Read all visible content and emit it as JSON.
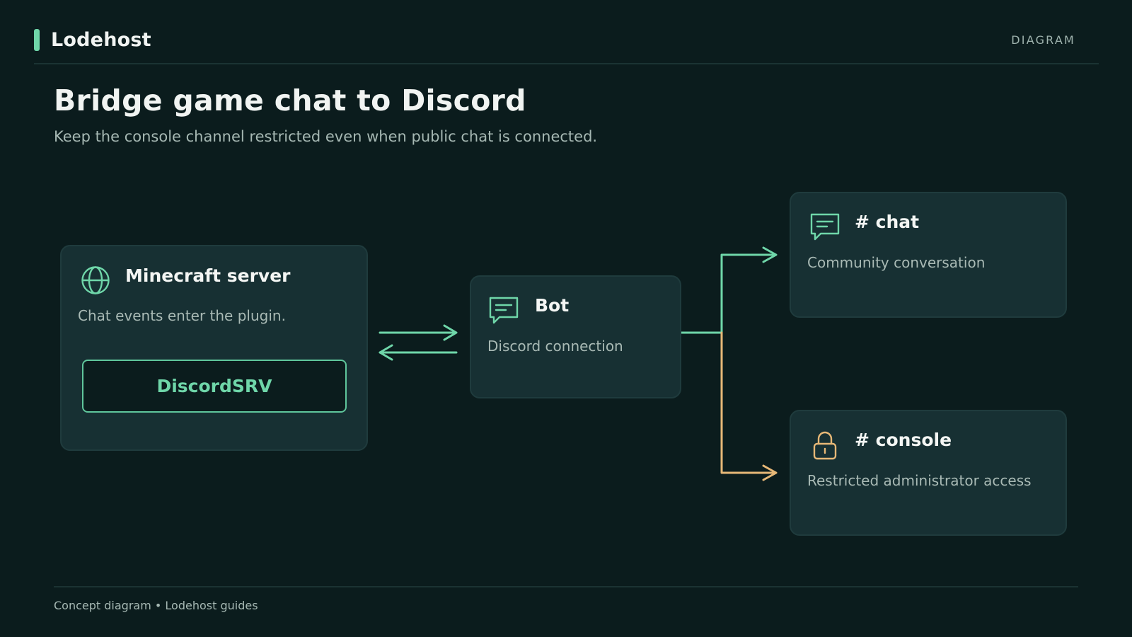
{
  "header": {
    "brand": "Lodehost",
    "section_tag": "DIAGRAM"
  },
  "main": {
    "title": "Bridge game chat to Discord",
    "subtitle": "Keep the console channel restricted even when public chat is connected."
  },
  "nodes": {
    "server": {
      "title": "Minecraft server",
      "description": "Chat events enter the plugin.",
      "icon": "globe-icon",
      "plugin": "DiscordSRV"
    },
    "bot": {
      "title": "Bot",
      "description": "Discord connection",
      "icon": "chat-bubble-icon"
    },
    "chat": {
      "title": "# chat",
      "description": "Community conversation",
      "icon": "chat-bubble-icon"
    },
    "console": {
      "title": "# console",
      "description": "Restricted administrator access",
      "icon": "lock-icon"
    }
  },
  "edges": [
    {
      "from": "server",
      "to": "bot",
      "direction": "bidirectional",
      "color": "#6fd6a9"
    },
    {
      "from": "bot",
      "to": "chat",
      "direction": "forward",
      "color": "#6fd6a9"
    },
    {
      "from": "bot",
      "to": "console",
      "direction": "forward",
      "color": "#e7b877"
    }
  ],
  "colors": {
    "background": "#0b1c1d",
    "card": "#173033",
    "accent": "#6fd6a9",
    "restricted": "#e7b877",
    "muted_text": "#a6b8b3"
  },
  "footer": {
    "caption": "Concept diagram • Lodehost guides"
  }
}
